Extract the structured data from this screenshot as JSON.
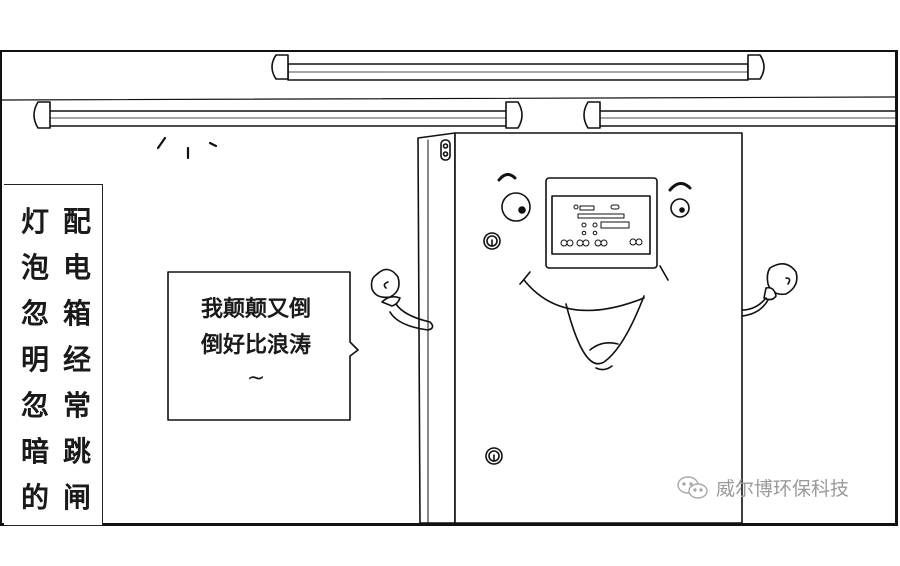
{
  "comic": {
    "caption": {
      "columns": [
        [
          "灯",
          "泡",
          "忽",
          "明",
          "忽",
          "暗",
          "的"
        ],
        [
          "配",
          "电",
          "箱",
          "经",
          "常",
          "跳",
          "闸"
        ]
      ]
    },
    "speech_bubble": {
      "line1": "我颠颠又倒",
      "line2": "倒好比浪涛",
      "line3": "~"
    },
    "watermark": {
      "icon": "wechat-icon",
      "text": "威尔博环保科技"
    },
    "colors": {
      "ink": "#111111",
      "background": "#ffffff",
      "watermark": "#9a9a9a"
    }
  }
}
